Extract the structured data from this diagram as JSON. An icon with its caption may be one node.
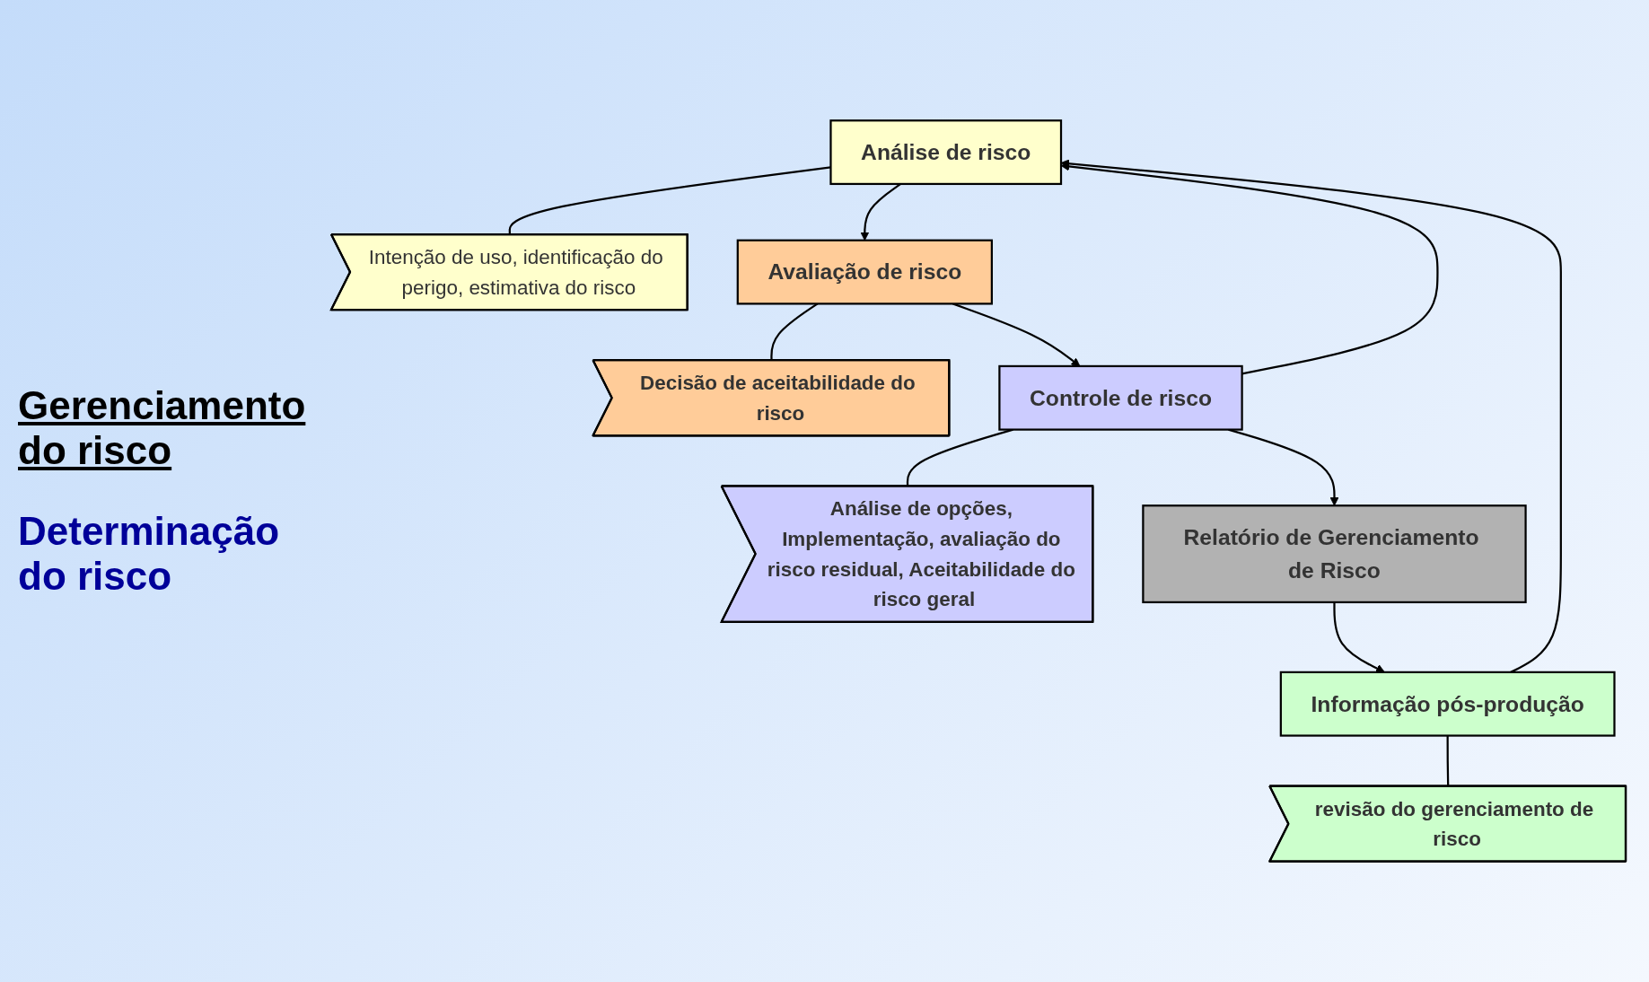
{
  "diagram": {
    "nodes": [
      {
        "text": [
          "Análise de risco"
        ]
      },
      {
        "text": [
          "Intenção de uso, identificação do perigo, estimativa do risco"
        ]
      },
      {
        "text": [
          "Avaliação de risco"
        ]
      },
      {
        "text": [
          "Decisão de aceitabilidade do risco"
        ]
      },
      {
        "text": [
          "Controle de risco"
        ]
      },
      {
        "text": [
          "Análise de opções, Implementação, avaliação do risco residual, Aceitabilidade do risco geral"
        ]
      },
      {
        "text": [
          "Relatório de Gerenciamento de Risco"
        ]
      },
      {
        "text": [
          "Informação pós-produção"
        ]
      },
      {
        "text": [
          "revisão do gerenciamento de risco"
        ]
      }
    ],
    "edges": [
      {
        "from": 0,
        "to": 2,
        "arrow": "to"
      },
      {
        "from": 2,
        "to": 4,
        "arrow": "to"
      },
      {
        "from": 4,
        "to": 6,
        "arrow": "to"
      },
      {
        "from": 6,
        "to": 7,
        "arrow": "to"
      },
      {
        "from": 7,
        "to": 0,
        "arrow": "to"
      },
      {
        "from": 4,
        "to": 0,
        "arrow": "to"
      },
      {
        "from": 0,
        "to": 1,
        "arrow": "none"
      },
      {
        "from": 2,
        "to": 3,
        "arrow": "none"
      },
      {
        "from": 4,
        "to": 5,
        "arrow": "none"
      },
      {
        "from": 7,
        "to": 8,
        "arrow": "none"
      }
    ],
    "labels": [
      "Gerenciamento do risco",
      "Determinação do risco"
    ]
  }
}
